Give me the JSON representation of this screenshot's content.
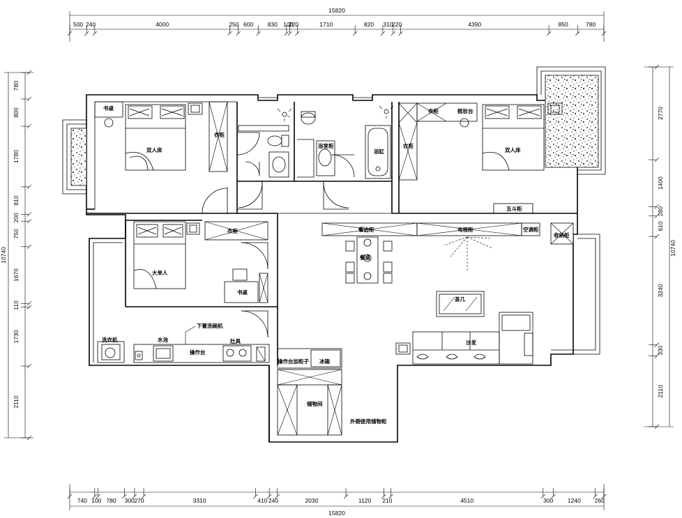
{
  "dimensions": {
    "total_width": "15820",
    "total_height": "10740",
    "top": [
      "500",
      "240",
      "4000",
      "250",
      "600",
      "830",
      "100",
      "220",
      "1710",
      "820",
      "310",
      "220",
      "4390",
      "850",
      "780"
    ],
    "bottom": [
      "740",
      "100",
      "780",
      "300",
      "270",
      "3310",
      "410",
      "240",
      "2030",
      "1120",
      "210",
      "4510",
      "300",
      "1240",
      "260"
    ],
    "left": [
      "780",
      "800",
      "1780",
      "810",
      "200",
      "750",
      "1670",
      "110",
      "1730",
      "2110"
    ],
    "right": [
      "2770",
      "1400",
      "280",
      "610",
      "3240",
      "330",
      "2110"
    ]
  },
  "rooms": {
    "study_desk": "书桌",
    "double_bed_left": "双人床",
    "wardrobe_left": "衣柜",
    "bath_cabinet": "浴室柜",
    "bathtub": "浴缸",
    "wardrobe_right": "衣柜",
    "wardrobe_top": "衣柜",
    "dressing_table": "梳妆台",
    "double_bed_right": "双人床",
    "chest_of_drawers": "五斗柜",
    "single_bed": "大单人",
    "wardrobe_small": "衣柜",
    "desk_small": "书桌",
    "sideboard": "餐边柜",
    "tv_cabinet": "电视柜",
    "ac_cabinet": "空调柜",
    "shoe_cabinet": "收纳柜",
    "dining_table": "餐桌",
    "coffee_table": "茶几",
    "sofa": "沙发",
    "washing_machine": "洗衣机",
    "sink": "水池",
    "stove": "灶具",
    "worktop": "操作台",
    "dishwasher_note": "下置洗碗机",
    "worktop_extra": "操作台加柜子",
    "fridge": "冰箱",
    "storage_room": "储物间",
    "outer_storage": "外侧使用储物柜"
  }
}
